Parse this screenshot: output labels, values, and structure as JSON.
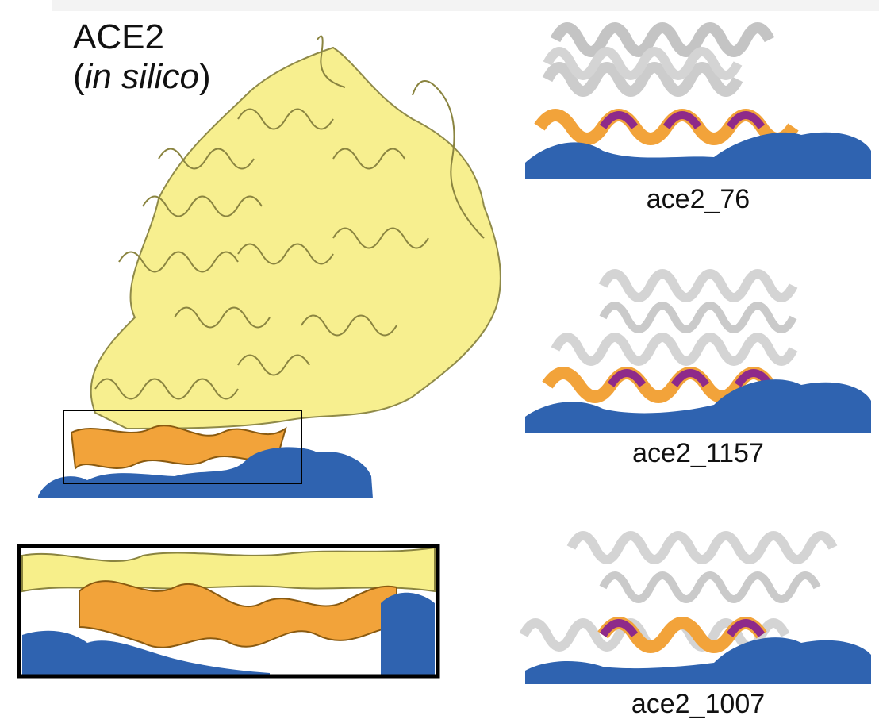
{
  "figure": {
    "main_panel": {
      "title_line1": "ACE2",
      "title_line2_open": "(",
      "title_line2_italic": "in silico",
      "title_line2_close": ")"
    },
    "designs": [
      {
        "label": "ace2_76"
      },
      {
        "label": "ace2_1157"
      },
      {
        "label": "ace2_1007"
      }
    ],
    "colors": {
      "ace2_helix": "#f7ef8a",
      "interface_helix": "#f2a33a",
      "binder_helix": "#d4d4d4",
      "contact_highlight": "#8e2a8a",
      "receptor_surface": "#2f63b0"
    }
  }
}
